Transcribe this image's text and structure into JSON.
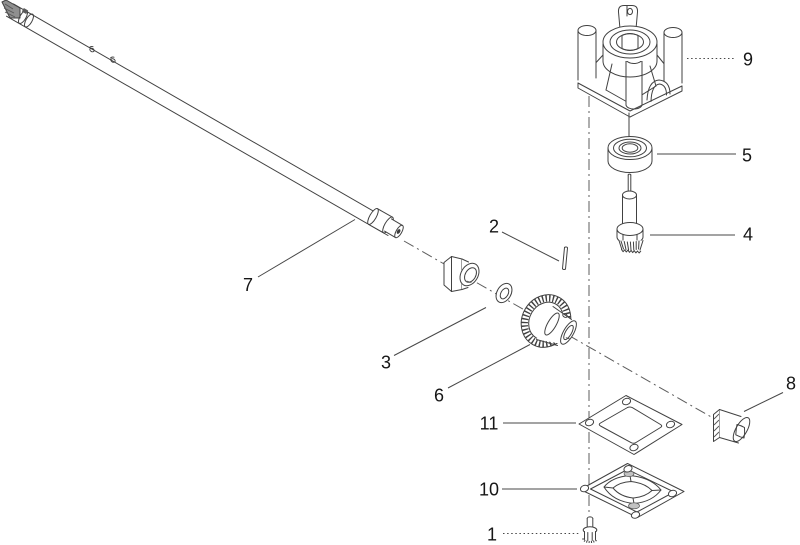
{
  "figure": {
    "type": "exploded-parts-diagram",
    "background_color": "#ffffff",
    "line_color": "#414141",
    "centerline_color": "#5c5c5c",
    "label_color": "#161616"
  },
  "callouts": {
    "n1": {
      "label": "1",
      "leader": "dotted"
    },
    "n2": {
      "label": "2",
      "leader": "solid"
    },
    "n3": {
      "label": "3",
      "leader": "solid"
    },
    "n4": {
      "label": "4",
      "leader": "solid"
    },
    "n5": {
      "label": "5",
      "leader": "solid"
    },
    "n6": {
      "label": "6",
      "leader": "solid"
    },
    "n7": {
      "label": "7",
      "leader": "solid"
    },
    "n8": {
      "label": "8",
      "leader": "solid"
    },
    "n9": {
      "label": "9",
      "leader": "dotted"
    },
    "n10": {
      "label": "10",
      "leader": "solid"
    },
    "n11": {
      "label": "11",
      "leader": "solid"
    }
  }
}
